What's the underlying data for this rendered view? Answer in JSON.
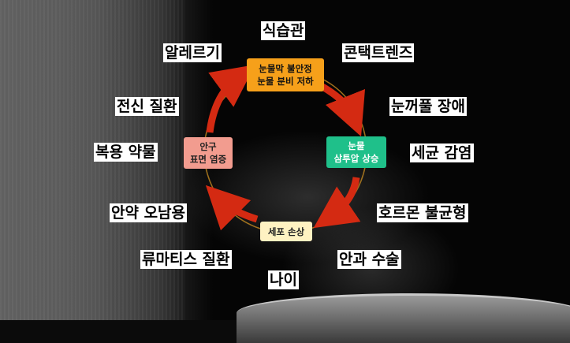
{
  "cycle": {
    "top": {
      "line1": "눈물막 불안정",
      "line2": "눈물 분비 저하",
      "color": "#f6a01a"
    },
    "right": {
      "line1": "눈물",
      "line2": "삼투압 상승",
      "color": "#1fc08a"
    },
    "bottom": {
      "line1": "세포 손상",
      "color": "#fff2c2"
    },
    "left": {
      "line1": "안구",
      "line2": "표면 염증",
      "color": "#f29c8f"
    },
    "arrow_color": "#d42a12"
  },
  "causes": [
    "식습관",
    "알레르기",
    "콘택트렌즈",
    "전신 질환",
    "눈꺼풀 장애",
    "복용 약물",
    "세균 감염",
    "안약 오남용",
    "호르몬 불균형",
    "류마티스 질환",
    "안과 수술",
    "나이"
  ]
}
